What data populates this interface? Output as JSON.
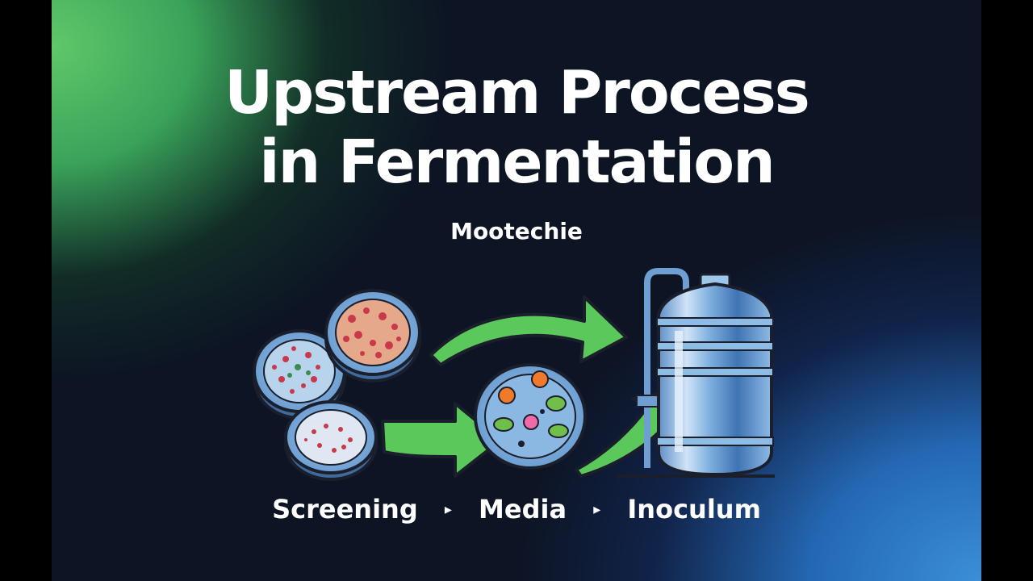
{
  "title_line1": "Upstream Process",
  "title_line2": "in Fermentation",
  "subtitle": "Mootechie",
  "steps": [
    "Screening",
    "Media",
    "Inoculum"
  ],
  "step_separator": "▸",
  "colors": {
    "green": "#5fc86a",
    "blue": "#3b8fd6",
    "dark": "#0d1424",
    "arrow": "#5ac85a",
    "dish": "#7fb0de"
  }
}
